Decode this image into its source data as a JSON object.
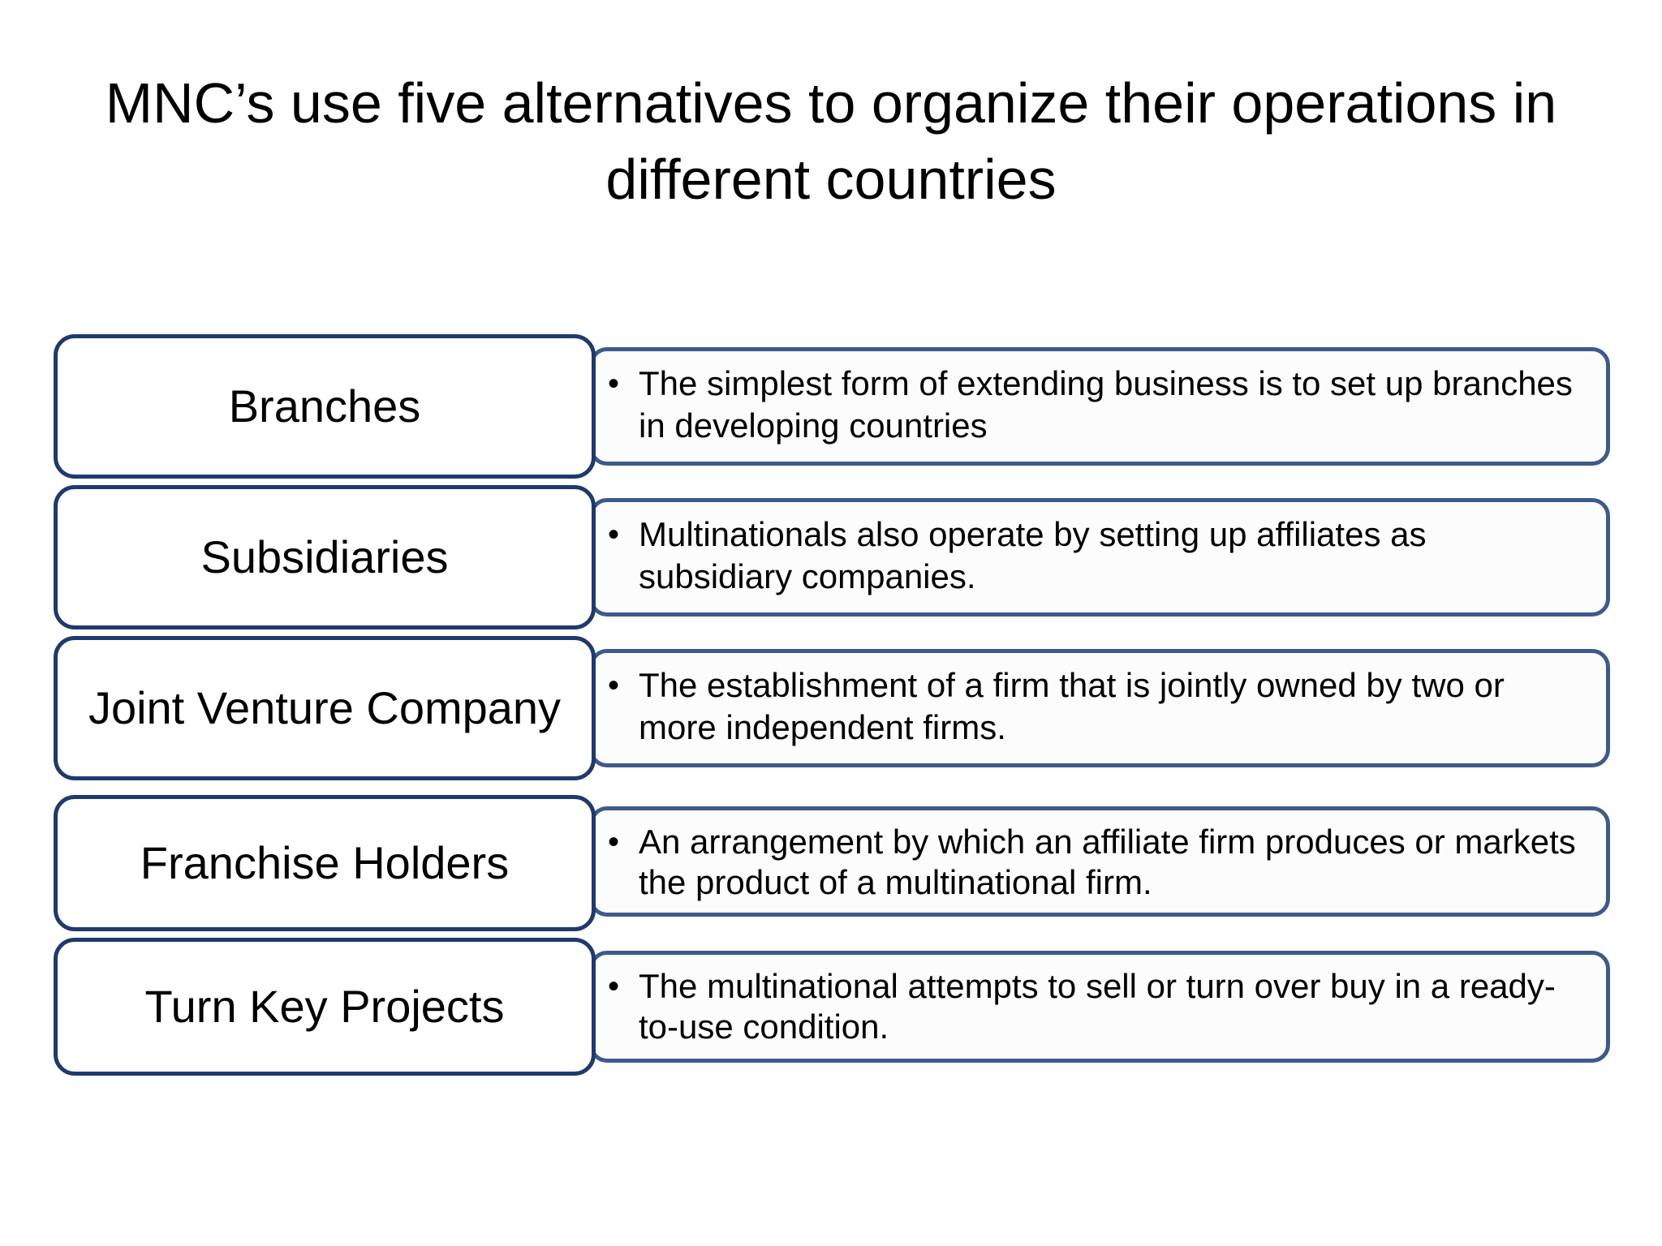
{
  "title": "MNC’s use five alternatives to organize their operations in different countries",
  "rows": [
    {
      "label": "Branches",
      "description": "The simplest form of extending business is to set up branches in developing countries"
    },
    {
      "label": "Subsidiaries",
      "description": "Multinationals also operate by setting up affiliates as subsidiary companies."
    },
    {
      "label": "Joint Venture Company",
      "description": "The establishment of a firm that is jointly owned by two or more independent firms."
    },
    {
      "label": "Franchise Holders",
      "description": "An arrangement by which an affiliate firm produces or markets the product of a multinational firm."
    },
    {
      "label": "Turn Key Projects",
      "description": "The multinational attempts to sell or turn over buy in a ready-to-use condition."
    }
  ],
  "colors": {
    "label_border": "#1e3a6e",
    "detail_border": "#3d5a8a",
    "detail_fill": "#fbfcfb"
  }
}
